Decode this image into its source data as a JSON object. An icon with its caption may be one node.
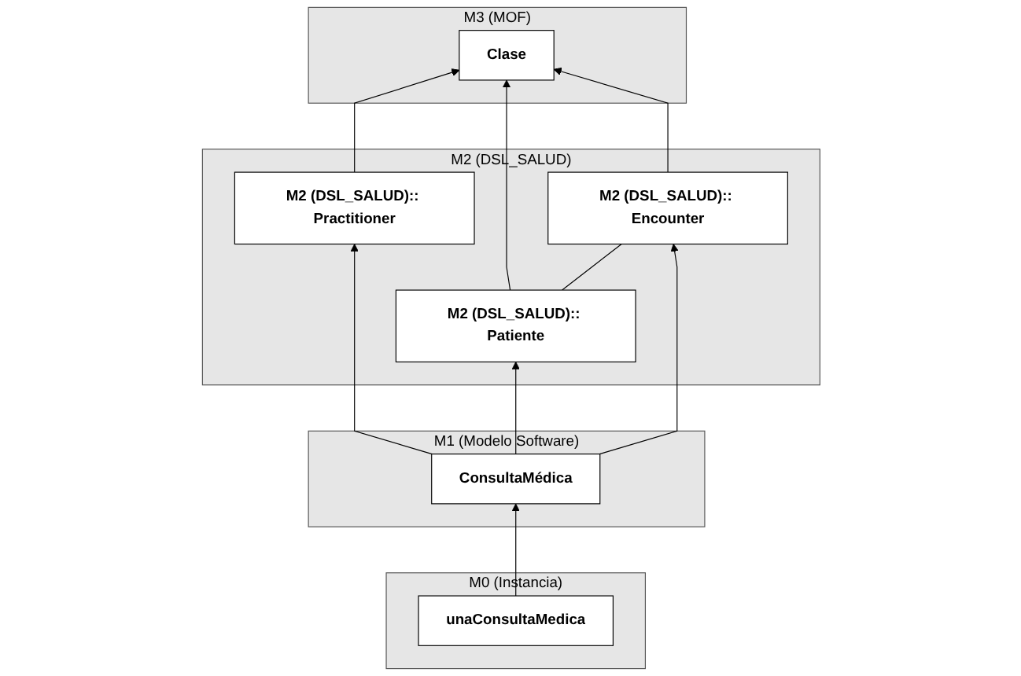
{
  "diagram": {
    "nodes": [
      {
        "text": [
          "M3 (MOF)"
        ]
      },
      {
        "text": [
          "Clase"
        ],
        "in": 0
      },
      {
        "text": [
          "M2 (DSL_SALUD)"
        ]
      },
      {
        "text": [
          "M2 (DSL_SALUD):: Practitioner"
        ],
        "in": 2
      },
      {
        "text": [
          "M2 (DSL_SALUD):: Patiente"
        ],
        "in": 2
      },
      {
        "text": [
          "M2 (DSL_SALUD):: Encounter"
        ],
        "in": 2
      },
      {
        "text": [
          "M1 (Modelo Software)"
        ]
      },
      {
        "text": [
          "ConsultaMédica"
        ],
        "in": 6
      },
      {
        "text": [
          "M0 (Instancia)"
        ]
      },
      {
        "text": [
          "unaConsultaMedica"
        ],
        "in": 8
      }
    ],
    "edges": [
      {
        "from": 3,
        "to": 1,
        "arrow": "to"
      },
      {
        "from": 4,
        "to": 1,
        "arrow": "to"
      },
      {
        "from": 5,
        "to": 1,
        "arrow": "to"
      },
      {
        "from": 4,
        "to": 5,
        "arrow": "none"
      },
      {
        "from": 7,
        "to": 3,
        "arrow": "to"
      },
      {
        "from": 7,
        "to": 4,
        "arrow": "to"
      },
      {
        "from": 7,
        "to": 5,
        "arrow": "to"
      },
      {
        "from": 9,
        "to": 7,
        "arrow": "to"
      }
    ]
  }
}
